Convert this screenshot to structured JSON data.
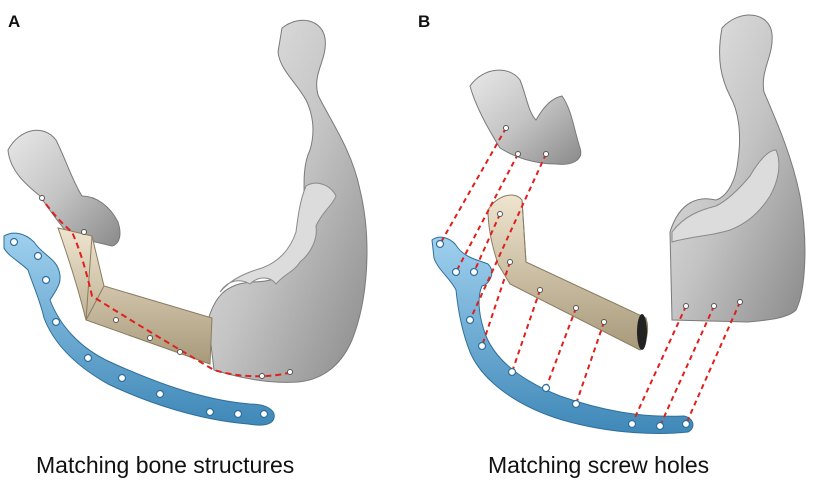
{
  "panels": [
    {
      "letter": "A",
      "caption": "Matching bone structures"
    },
    {
      "letter": "B",
      "caption": "Matching screw holes"
    }
  ],
  "colors": {
    "bone": "#c9c9c9",
    "bone_shade": "#8f8f8f",
    "graft": "#d9ccb0",
    "graft_shade": "#a8997a",
    "plate": "#6fb3dc",
    "plate_shade": "#3f88b8",
    "guide_line": "#e0201c"
  }
}
